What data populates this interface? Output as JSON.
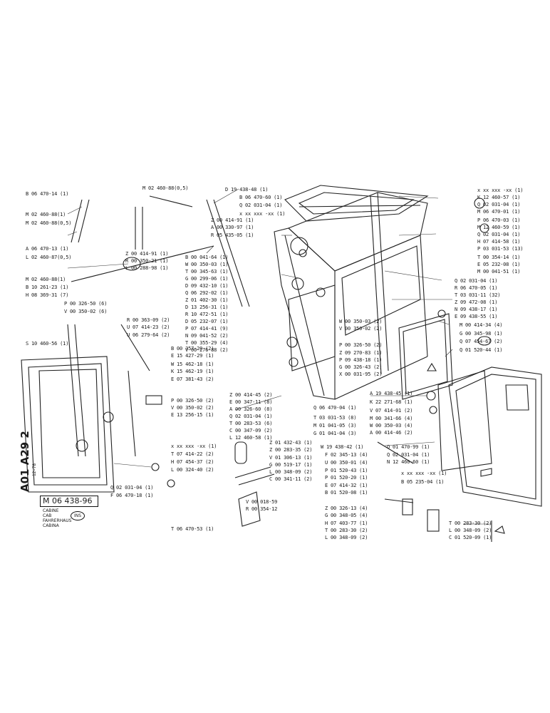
{
  "sheet": {
    "doc_id": "A01 A29 2",
    "date": "12-78",
    "assembly_code": "M 06 438-96",
    "title_lines": [
      "CABINE",
      "CAB",
      "FAHRERHAUS",
      "CABINA"
    ],
    "ins_mark": "INS"
  },
  "labels": [
    "B 06 470-14 (1)",
    "M 02 460-88(1)",
    "M 02 460-88(0,5)",
    "A 06 470-13 (1)",
    "L 02 460-87(0,5)",
    "M 02 460-88(1)",
    "B 10 261-23 (1)",
    "H 08 369-31 (7)",
    "P 00 326-50 (6)",
    "V 00 350-02 (6)",
    "S 10 460-56 (1)",
    "M 02 460-88(0,5)",
    "Z 00 414-91 (1)",
    "R 00 350-21 (1)",
    "L 00 288-98 (1)",
    "D 19 438-48 (1)",
    "B 06 470-60 (1)",
    "Q 02 031-04 (1)",
    "x xx xxx -xx (1)",
    "Z 00 414-91 (1)",
    "A 00 330-97 (1)",
    "R 05 435-05 (1)",
    "B 00 041-64 (1)",
    "W 00 350-03 (1)",
    "T 00 345-63 (1)",
    "G 00 299-06 (1)",
    "D 09 432-10 (1)",
    "Q 06 292-02 (1)",
    "Z 01 402-30 (1)",
    "D 13 256-31 (1)",
    "R 10 472-51 (1)",
    "D 05 232-07 (1)",
    "P 07 414-41 (9)",
    "N 09 041-52 (2)",
    "T 00 355-29 (4)",
    "V 00 276-88 (2)",
    "R 00 363-09 (2)",
    "U 07 414-23 (2)",
    "U 06 279-64 (2)",
    "B 00 357-20 (2)",
    "E 15 427-29 (1)",
    "W 15 462-18 (1)",
    "K 15 462-19 (1)",
    "E 07 381-43 (2)",
    "x xx xxx -xx (1)",
    "K 12 460-57 (1)",
    "Q 02 031-04 (1)",
    "M 06 470-01 (1)",
    "P 06 470-03 (1)",
    "M 12 460-59 (1)",
    "Q 02 031-04 (1)",
    "H 07 414-58 (1)",
    "P 03 031-53 (13)",
    "T 00 354-14 (1)",
    "E 05 232-08 (1)",
    "M 00 041-51 (1)",
    "Q 02 031-04 (1)",
    "R 06 470-05 (1)",
    "T 03 031-11 (32)",
    "Z 09 472-08 (1)",
    "N 09 438-17 (1)",
    "E 09 438-55 (1)",
    "W 00 350-03 (2)",
    "V 00 350-02 (2)",
    "M 00 414-34 (4)",
    "G 00 345-98 (1)",
    "Q 07 454-67 (2)",
    "Q 01 520-44 (1)",
    "P 00 326-50 (2)",
    "Z 09 270-83 (1)",
    "P 09 438-18 (1)",
    "G 00 326-43 (2)",
    "X 00 031-95 (2)",
    "Q 06 470-04 (1)",
    "A 19 438-45 (1)",
    "K 22 271-68 (1)",
    "V 07 414-01 (2)",
    "M 00 341-66 (4)",
    "W 00 350-03 (4)",
    "A 00 414-46 (2)",
    "Z 00 414-45 (2)",
    "E 00 347-11 (8)",
    "A 00 326-60 (8)",
    "Q 02 031-04 (1)",
    "T 00 283-53 (6)",
    "C 00 347-09 (2)",
    "L 12 460-58 (1)",
    "T 03 031-53 (8)",
    "M 01 041-05 (3)",
    "G 01 041-04 (3)",
    "P 00 326-50 (2)",
    "V 00 350-02 (2)",
    "E 13 256-15 (1)",
    "x xx xxx -xx (1)",
    "T 07 414-22 (2)",
    "H 07 454-37 (2)",
    "L 00 324-40 (2)",
    "Q 02 031-04 (1)",
    "F 06 470-18 (1)",
    "Z 01 432-43 (1)",
    "Z 00 283-35 (2)",
    "V 01 306-13 (1)",
    "G 00 519-17 (1)",
    "L 00 348-09 (2)",
    "C 00 341-11 (2)",
    "W 19 438-42 (1)",
    "F 02 345-13 (4)",
    "U 00 350-01 (4)",
    "P 01 520-43 (1)",
    "P 01 520-20 (1)",
    "E 07 414-32 (1)",
    "B 01 520-08 (1)",
    "Z 00 326-13 (4)",
    "G 00 348-05 (4)",
    "H 07 403-77 (1)",
    "T 00 283-30 (2)",
    "L 00 348-09 (2)",
    "Q 01 470-99 (1)",
    "Q 02 031-04 (1)",
    "N 12 460-60 (1)",
    "x xx xxx -xx (1)",
    "B 05 235-04 (1)",
    "T 00 283-30 (2)",
    "L 00 348-09 (2)",
    "C 01 520-09 (1)",
    "V 00 018-59",
    "R 00 354-12",
    "T 06 470-53 (1)"
  ]
}
